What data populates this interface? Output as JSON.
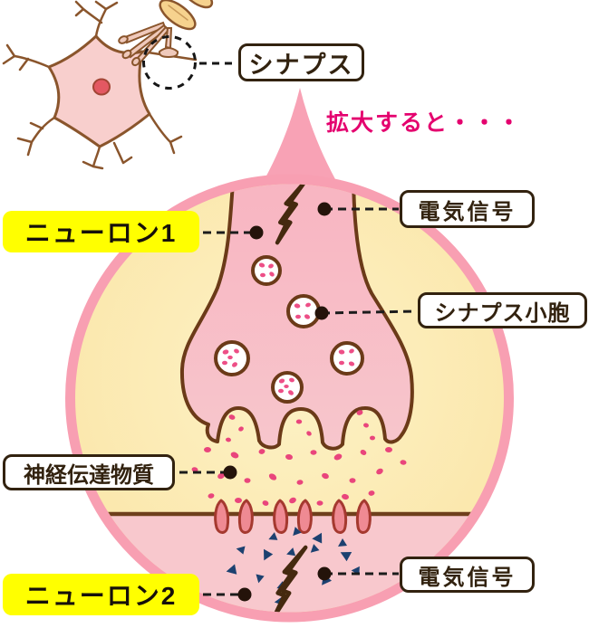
{
  "figure": {
    "magnify_note": "拡大すると・・・",
    "labels": {
      "synapse": "シナプス",
      "neuron1": "ニューロン1",
      "electric_signal_top": "電気信号",
      "synaptic_vesicle": "シナプス小胞",
      "neurotransmitter": "神経伝達物質",
      "neuron2": "ニューロン2",
      "electric_signal_bottom": "電気信号"
    },
    "icons": {
      "lightning_top": "lightning-bolt",
      "lightning_bottom": "lightning-bolt",
      "neuron_cell": "neuron-illustration",
      "magnifier_region": "dashed-circle"
    },
    "colors": {
      "circle_ring_pink": "#f89fb2",
      "circle_fill_yellow": "#fbe8a8",
      "terminal_pink": "#f7c0c9",
      "postsynaptic_pink": "#f8c8cd",
      "outline_brown": "#6b3a18",
      "label_border_brown": "#32220f",
      "highlight_yellow": "#ffff00",
      "magnify_text_magenta": "#e4006e",
      "neurotransmitter_dot": "#ed4f87",
      "signal_triangle_navy": "#1c4170",
      "bolt_fill": "#faeaa9"
    }
  }
}
